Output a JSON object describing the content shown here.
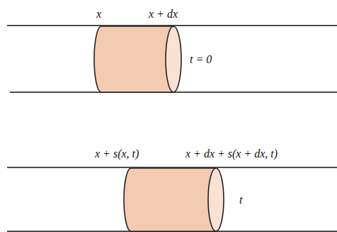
{
  "diagram": {
    "labels": [
      "x",
      "x + dx",
      "t = 0",
      "x + s(x, t)",
      "x + dx + s(x + dx, t)",
      "t"
    ]
  }
}
